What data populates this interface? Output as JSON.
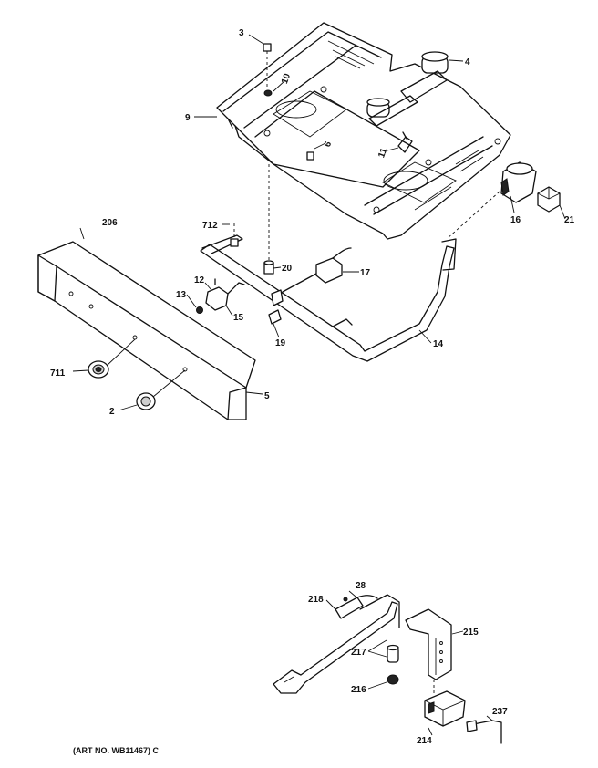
{
  "callouts": {
    "c3": "3",
    "c4": "4",
    "c10": "10",
    "c9": "9",
    "c6": "6",
    "c11": "11",
    "c206": "206",
    "c712": "712",
    "c16": "16",
    "c21": "21",
    "c20": "20",
    "c17": "17",
    "c12": "12",
    "c13": "13",
    "c15": "15",
    "c19": "19",
    "c14": "14",
    "c711": "711",
    "c5": "5",
    "c2": "2",
    "c28": "28",
    "c218": "218",
    "c215": "215",
    "c217": "217",
    "c216": "216",
    "c237": "237",
    "c214": "214"
  },
  "art_number": "(ART NO. WB11467) C"
}
